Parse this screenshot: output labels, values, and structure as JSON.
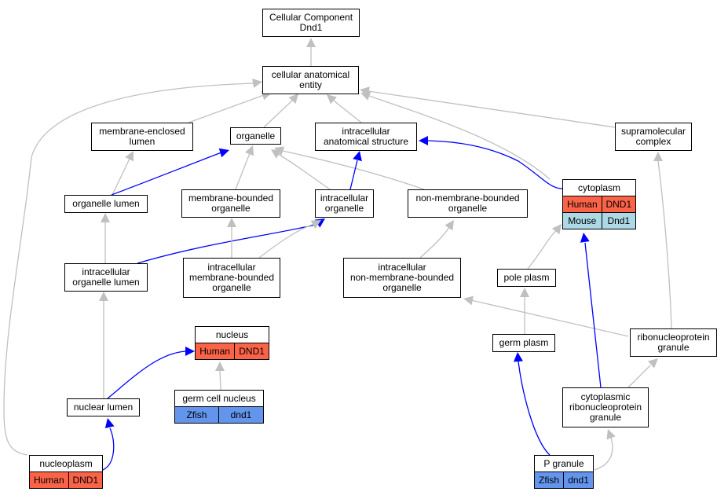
{
  "colors": {
    "edge_grey": "#c0c0c0",
    "edge_blue": "#0000ff",
    "human": "#fa6348",
    "mouse": "#add8e6",
    "zfish": "#6495ed"
  },
  "nodes": {
    "root": [
      "Cellular Component",
      "Dnd1"
    ],
    "cae": [
      "cellular anatomical",
      "entity"
    ],
    "mel": [
      "membrane-enclosed",
      "lumen"
    ],
    "org": [
      "organelle"
    ],
    "ias": [
      "intracellular",
      "anatomical structure"
    ],
    "smc": [
      "supramolecular",
      "complex"
    ],
    "orglum": [
      "organelle lumen"
    ],
    "mbo": [
      "membrane-bounded",
      "organelle"
    ],
    "io": [
      "intracellular",
      "organelle"
    ],
    "nmbo": [
      "non-membrane-bounded",
      "organelle"
    ],
    "iol": [
      "intracellular",
      "organelle lumen"
    ],
    "imbo": [
      "intracellular",
      "membrane-bounded",
      "organelle"
    ],
    "inmbo": [
      "intracellular",
      "non-membrane-bounded",
      "organelle"
    ],
    "pole": [
      "pole plasm"
    ],
    "germ": [
      "germ plasm"
    ],
    "rnp": [
      "ribonucleoprotein",
      "granule"
    ],
    "nl": [
      "nuclear lumen"
    ],
    "crnp": [
      "cytoplasmic",
      "ribonucleoprotein",
      "granule"
    ]
  },
  "tables": {
    "cytoplasm": {
      "title": "cytoplasm",
      "rows": [
        {
          "species": "Human",
          "gene": "DND1",
          "kind": "human"
        },
        {
          "species": "Mouse",
          "gene": "Dnd1",
          "kind": "mouse"
        }
      ]
    },
    "nucleus": {
      "title": "nucleus",
      "rows": [
        {
          "species": "Human",
          "gene": "DND1",
          "kind": "human"
        }
      ]
    },
    "gcn": {
      "title": "germ cell nucleus",
      "rows": [
        {
          "species": "Zfish",
          "gene": "dnd1",
          "kind": "zfish"
        }
      ]
    },
    "nucleoplasm": {
      "title": "nucleoplasm",
      "rows": [
        {
          "species": "Human",
          "gene": "DND1",
          "kind": "human"
        }
      ]
    },
    "pgran": {
      "title": "P granule",
      "rows": [
        {
          "species": "Zfish",
          "gene": "dnd1",
          "kind": "zfish"
        }
      ]
    }
  }
}
